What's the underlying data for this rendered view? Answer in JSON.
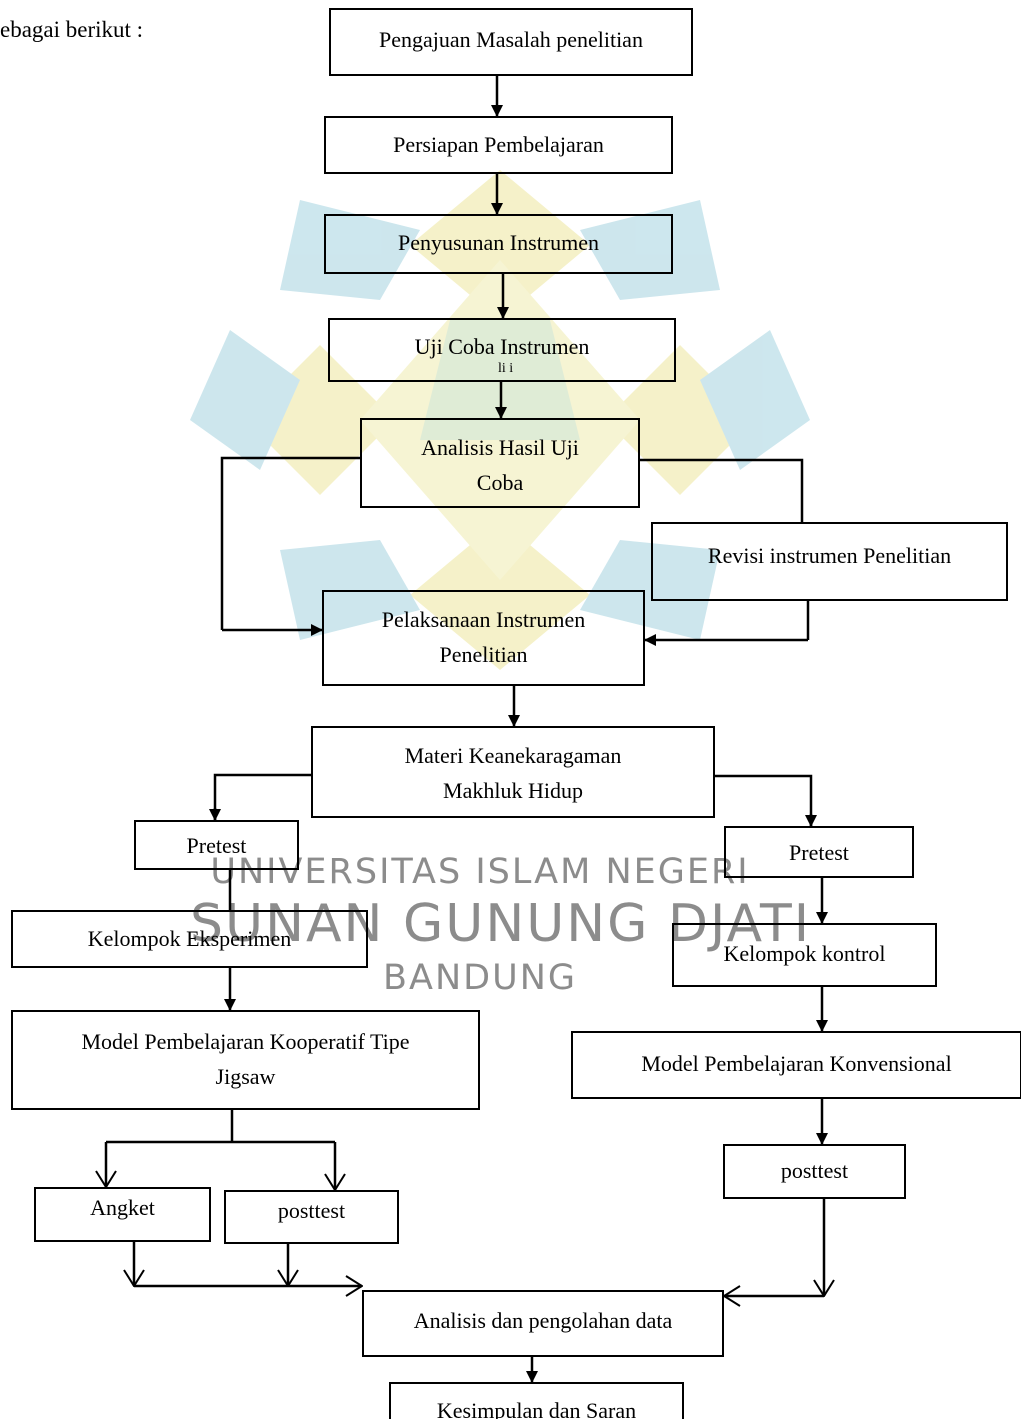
{
  "intro_text": "ebagai berikut :",
  "watermark": {
    "line1": "UNIVERSITAS ISLAM NEGERI",
    "line2": "SUNAN GUNUNG DJATI",
    "line3": "BANDUNG"
  },
  "stray_text": "li i",
  "steps": {
    "pengajuan": "Pengajuan Masalah penelitian",
    "persiapan": "Persiapan Pembelajaran",
    "penyusunan": "Penyusunan Instrumen",
    "uji_coba": "Uji Coba Instrumen",
    "analisis_uji_1": "Analisis Hasil Uji",
    "analisis_uji_2": "Coba",
    "revisi": "Revisi instrumen Penelitian",
    "pelaksanaan_1": "Pelaksanaan Instrumen",
    "pelaksanaan_2": "Penelitian",
    "materi_1": "Materi Keanekaragaman",
    "materi_2": "Makhluk Hidup",
    "pretest_left": "Pretest",
    "pretest_right": "Pretest",
    "kelompok_eksperimen": "Kelompok Eksperimen",
    "kelompok_kontrol": "Kelompok kontrol",
    "model_jigsaw_1": "Model Pembelajaran Kooperatif Tipe",
    "model_jigsaw_2": "Jigsaw",
    "model_konvensional": "Model Pembelajaran Konvensional",
    "angket": "Angket",
    "posttest_left": "posttest",
    "posttest_right": "posttest",
    "analisis_data": "Analisis dan pengolahan data",
    "kesimpulan": "Kesimpulan dan Saran"
  },
  "colors": {
    "line": "#000000",
    "watermark_yellow": "#f4f0c4",
    "watermark_teal": "#c8e4ec",
    "watermark_green": "#dcebd2",
    "watermark_text": "#8c8c8c"
  }
}
